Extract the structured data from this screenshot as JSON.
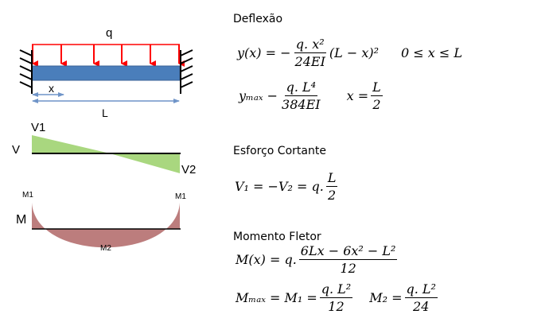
{
  "diagram": {
    "load_label": "q",
    "x_label": "x",
    "length_label": "L",
    "shear_axis_label": "V",
    "v1_label": "V1",
    "v2_label": "V2",
    "moment_axis_label": "M",
    "m1_left_label": "M1",
    "m1_right_label": "M1",
    "m2_label": "M2",
    "colors": {
      "load": "#ff0000",
      "beam": "#4a7ebb",
      "shear": "#a9d77f",
      "moment": "#b06666",
      "dim": "#6f94c8"
    }
  },
  "sections": {
    "deflection": {
      "title": "Deflexão",
      "y_lhs": "y(x) = −",
      "y_num": "q. x²",
      "y_den": "24EI",
      "y_rhs": "(L − x)²",
      "y_range": "0 ≤ x ≤ L",
      "ymax_lhs": "yₘₐₓ −",
      "ymax_num": "q. L⁴",
      "ymax_den": "384EI",
      "xmax_lhs": "x =",
      "xmax_num": "L",
      "xmax_den": "2"
    },
    "shear": {
      "title": "Esforço Cortante",
      "lhs": "V₁ = −V₂ = q.",
      "num": "L",
      "den": "2"
    },
    "moment": {
      "title": "Momento Fletor",
      "m_lhs": "M(x) = q.",
      "m_num": "6Lx − 6x² − L²",
      "m_den": "12",
      "mmax_lhs": "Mₘₐₓ = M₁ =",
      "mmax_num": "q. L²",
      "mmax_den": "12",
      "m2_lhs": "M₂ =",
      "m2_num": "q. L²",
      "m2_den": "24"
    }
  }
}
